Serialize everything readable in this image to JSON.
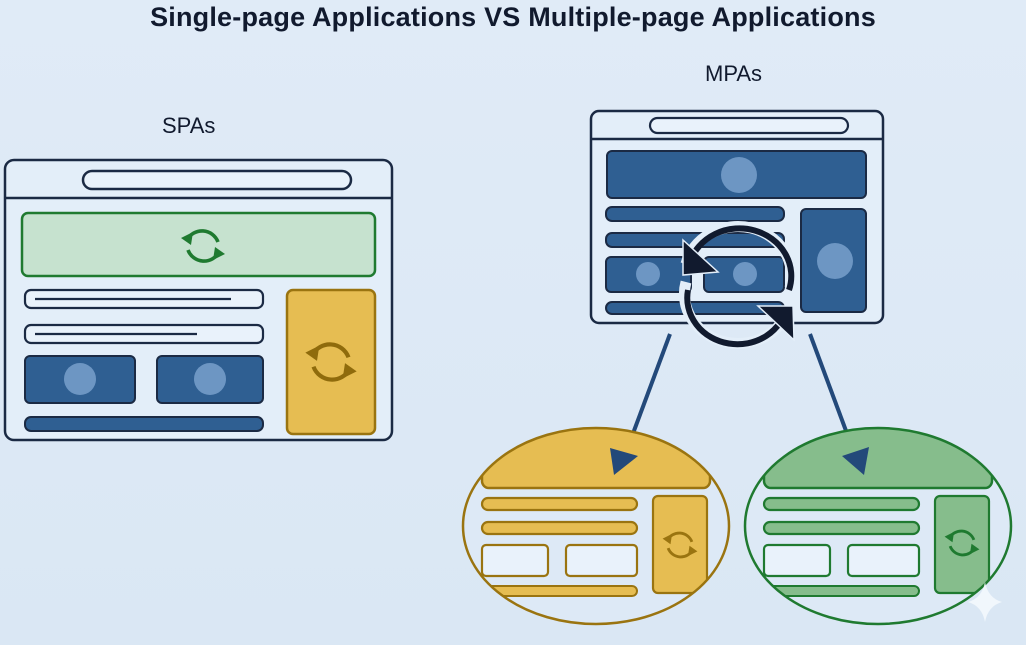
{
  "title": "Single-page Applications VS Multiple-page Applications",
  "labels": {
    "spa": "SPAs",
    "mpa": "MPAs"
  },
  "colors": {
    "background": "#dde9f6",
    "outline": "#1b2a44",
    "blue_block": "#2f5f92",
    "blue_dot": "#6d96c3",
    "green_fill": "#c6e2cf",
    "green_stroke": "#1f7a30",
    "green_page": "#86bd8c",
    "yellow_fill": "#e6bd52",
    "yellow_stroke": "#9a7410",
    "arrow": "#23497a",
    "refresh_dark": "#111a2e"
  },
  "icons": {
    "spa_header_refresh": "refresh-icon",
    "spa_sidebar_refresh": "refresh-icon",
    "mpa_full_reload": "refresh-icon",
    "yellow_page_refresh": "refresh-icon",
    "green_page_refresh": "refresh-icon",
    "sparkle": "sparkle-icon"
  }
}
